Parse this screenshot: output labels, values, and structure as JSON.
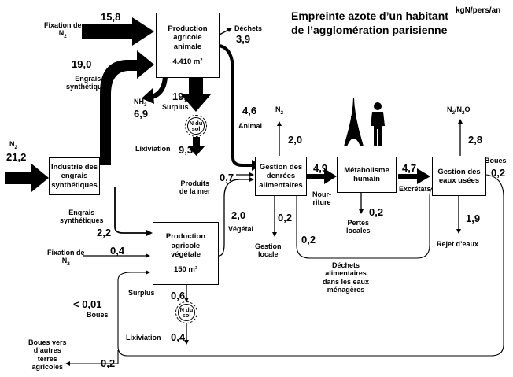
{
  "header": {
    "title_line1": "Empreinte azote d’un habitant",
    "title_line2": "de l’agglomération parisienne",
    "unit": "kgN/pers/an"
  },
  "boxes": {
    "animal_line1": "Production",
    "animal_line2": "agricole",
    "animal_line3": "animale",
    "animal_area": "4.410 m²",
    "industry_line1": "Industrie des",
    "industry_line2": "engrais",
    "industry_line3": "synthétiques",
    "vegetal_line1": "Production",
    "vegetal_line2": "agricole",
    "vegetal_line3": "végétale",
    "vegetal_area": "150 m²",
    "food_line1": "Gestion des",
    "food_line2": "denrées",
    "food_line3": "alimentaires",
    "metab_line1": "Métabolisme",
    "metab_line2": "humain",
    "water_line1": "Gestion des",
    "water_line2": "eaux usées"
  },
  "soil": {
    "line1": "N du",
    "line2": "sol"
  },
  "labels": {
    "fixation_top": "Fixation de",
    "fixation_mid": "Fixation de",
    "n2": "N",
    "n2_sub": "2",
    "engrais": "Engrais",
    "synthetiques": "synthétiques",
    "engrais2": "Engrais",
    "synthetiques2": "synthétiques",
    "nh3": "NH",
    "nh3_sub": "3",
    "surplus_top": "Surplus",
    "surplus_bottom": "Surplus",
    "lixiviation_top": "Lixiviation",
    "lixiviation_bottom": "Lixiviation",
    "dechets": "Déchets",
    "animal": "Animal",
    "vegetal": "Végétal",
    "produits1": "Produits",
    "produits2": "de la mer",
    "nourriture1": "Nour-",
    "nourriture2": "riture",
    "excretats": "Excrétats",
    "n2o": "N",
    "n2o_sub": "2",
    "n2o_rest": "/N",
    "n2o_sub2": "2",
    "n2o_o": "O",
    "boues_right": "Boues",
    "boues_left": "Boues",
    "gestion_locale1": "Gestion",
    "gestion_locale2": "locale",
    "pertes1": "Pertes",
    "pertes2": "locales",
    "dechets_alim1": "Déchets",
    "dechets_alim2": "alimentaires",
    "dechets_alim3": "dans les eaux",
    "dechets_alim4": "ménagères",
    "rejet": "Rejet d’eaux",
    "boues_vers1": "Boues vers",
    "boues_vers2": "d’autres",
    "boues_vers3": "terres",
    "boues_vers4": "agricoles"
  },
  "values": {
    "fixation_top": "15,8",
    "engrais_animal": "19,0",
    "n2_input": "21,2",
    "dechets": "3,9",
    "nh3": "6,9",
    "surplus_top": "19,4",
    "lixiviation_top": "9,3",
    "animal": "4,6",
    "n2_food": "2,0",
    "produits_mer": "0,7",
    "nourriture": "4,9",
    "excretats": "4,7",
    "n2o": "2,8",
    "boues_right": "0,2",
    "gestion_locale": "0,2",
    "pertes": "0,2",
    "dechets_alim": "0,2",
    "vegetal": "2,0",
    "engrais_vegetal": "2,2",
    "fixation_mid": "0,4",
    "rejet": "1,9",
    "boues_left": "< 0,01",
    "surplus_bottom": "0,6",
    "lixiviation_bottom": "0,4",
    "boues_vers": "0,2"
  }
}
